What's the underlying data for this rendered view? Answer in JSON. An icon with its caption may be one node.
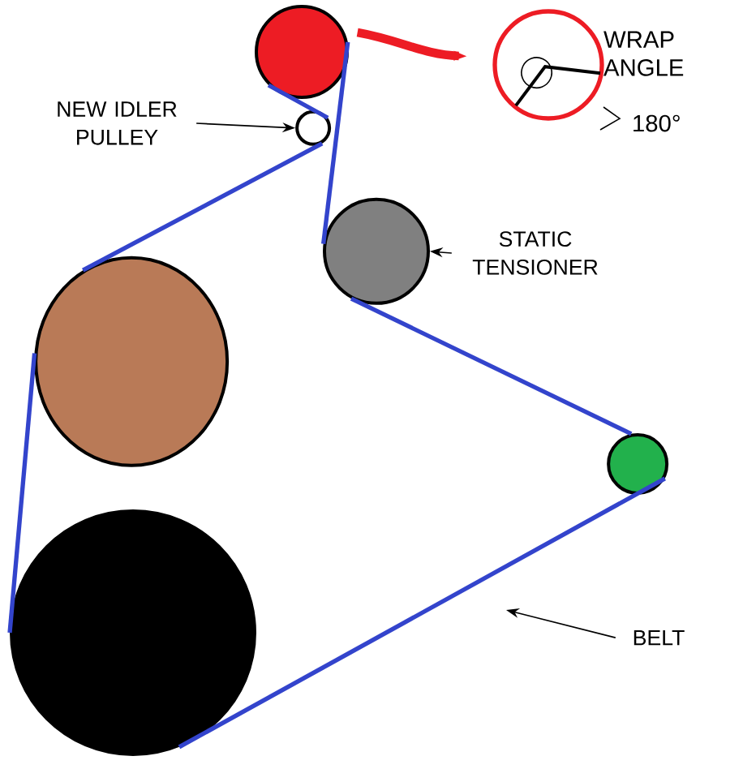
{
  "diagram": {
    "nodes": [
      {
        "text": [],
        "shape": "circle"
      },
      {
        "text": [],
        "shape": "circle"
      },
      {
        "text": [
          "NEW IDLER PULLEY"
        ]
      },
      {
        "text": [],
        "shape": "circle"
      },
      {
        "text": [
          "STATIC TENSIONER"
        ]
      },
      {
        "text": [],
        "shape": "circle"
      },
      {
        "text": [],
        "shape": "circle"
      },
      {
        "text": [],
        "shape": "circle"
      },
      {
        "text": [
          "BELT"
        ]
      },
      {
        "text": [],
        "shape": "circle",
        "beside": [
          "WRAP ANGLE"
        ]
      }
    ],
    "edges": [
      {
        "from": 0,
        "to": 1,
        "arrow": "none"
      },
      {
        "from": 1,
        "to": 5,
        "arrow": "none"
      },
      {
        "from": 5,
        "to": 7,
        "arrow": "none"
      },
      {
        "from": 7,
        "to": 6,
        "arrow": "none"
      },
      {
        "from": 6,
        "to": 3,
        "arrow": "none"
      },
      {
        "from": 3,
        "to": 0,
        "arrow": "none"
      },
      {
        "from": 0,
        "to": 9,
        "arrow": "to",
        "style": "thick",
        "color": "#ed1c24"
      },
      {
        "from": 2,
        "to": 1,
        "arrow": "to",
        "color": "#000000"
      },
      {
        "from": 4,
        "to": 3,
        "arrow": "to",
        "color": "#000000"
      },
      {
        "from": 8,
        "to": null,
        "arrow": "to",
        "color": "#000000"
      }
    ],
    "labels": [
      "180°"
    ]
  }
}
